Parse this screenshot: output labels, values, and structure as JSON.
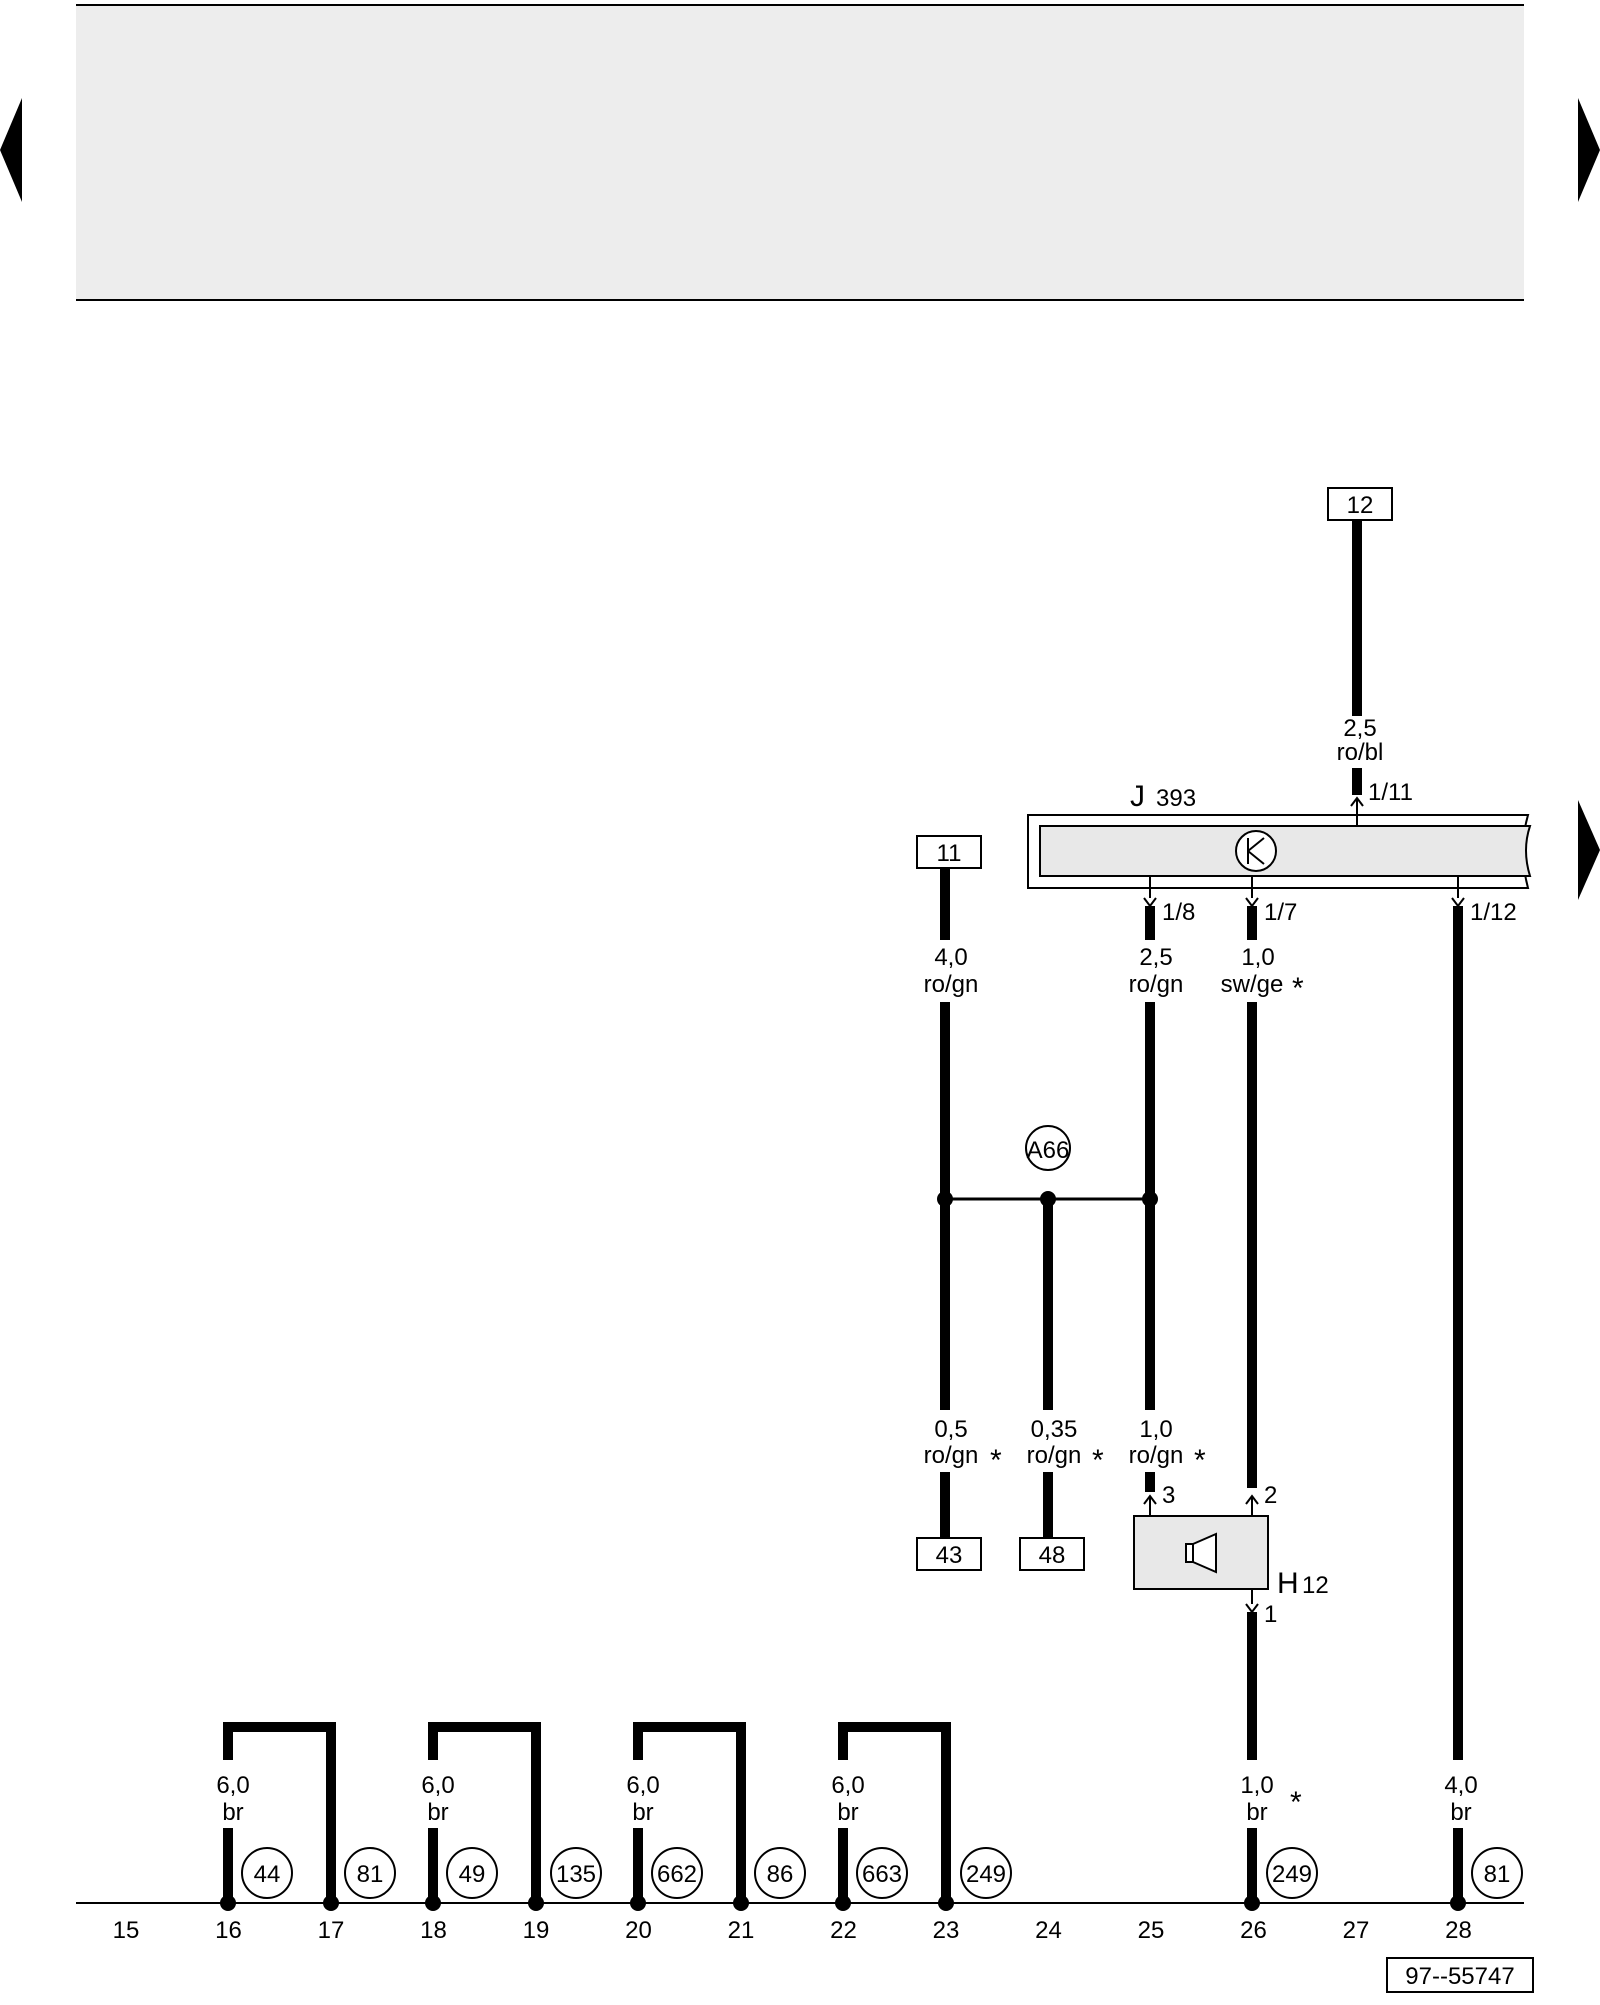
{
  "nav": {
    "prev_icon": "triangle-left",
    "next_icon": "triangle-right",
    "continue_icon": "triangle-right"
  },
  "components": {
    "j393": {
      "letter": "J",
      "number": "393"
    },
    "h12": {
      "letter": "H",
      "number": "12"
    },
    "a66": "A66"
  },
  "refs": {
    "r12": "12",
    "r11": "11",
    "r43": "43",
    "r48": "48"
  },
  "pins": {
    "p1_11": "1/11",
    "p1_8": "1/8",
    "p1_7": "1/7",
    "p1_12": "1/12",
    "h3": "3",
    "h2": "2",
    "h1": "1"
  },
  "wires": {
    "w12": {
      "gauge": "2,5",
      "color": "ro/bl"
    },
    "w11": {
      "gauge": "4,0",
      "color": "ro/gn"
    },
    "w18": {
      "gauge": "2,5",
      "color": "ro/gn"
    },
    "w17": {
      "gauge": "1,0",
      "color": "sw/ge"
    },
    "w43": {
      "gauge": "0,5",
      "color": "ro/gn"
    },
    "w48": {
      "gauge": "0,35",
      "color": "ro/gn"
    },
    "wh3": {
      "gauge": "1,0",
      "color": "ro/gn"
    },
    "wh1": {
      "gauge": "1,0",
      "color": "br"
    },
    "w112": {
      "gauge": "4,0",
      "color": "br"
    },
    "wg16": {
      "gauge": "6,0",
      "color": "br"
    },
    "wg18": {
      "gauge": "6,0",
      "color": "br"
    },
    "wg20": {
      "gauge": "6,0",
      "color": "br"
    },
    "wg22": {
      "gauge": "6,0",
      "color": "br"
    },
    "asterisk": "*"
  },
  "grounds": {
    "g44": "44",
    "g81a": "81",
    "g49": "49",
    "g135": "135",
    "g662": "662",
    "g86": "86",
    "g663": "663",
    "g249a": "249",
    "g249b": "249",
    "g81b": "81"
  },
  "track": [
    "15",
    "16",
    "17",
    "18",
    "19",
    "20",
    "21",
    "22",
    "23",
    "24",
    "25",
    "26",
    "27",
    "28"
  ],
  "figure_id": "97--55747"
}
